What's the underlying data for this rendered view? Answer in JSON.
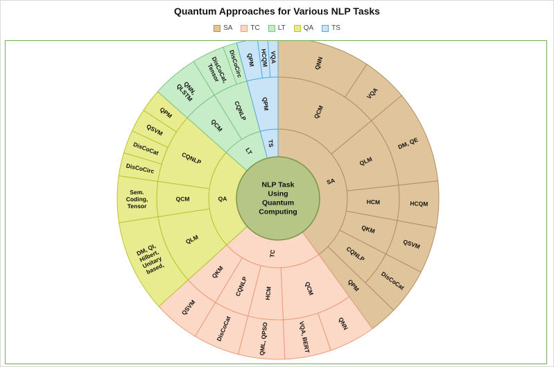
{
  "chart_data": {
    "type": "sunburst",
    "title": "Quantum Approaches for Various NLP Tasks",
    "center": [
      "NLP Task",
      "Using",
      "Quantum",
      "Computing"
    ],
    "legend": [
      {
        "name": "SA",
        "color": "#dfc49c",
        "stroke": "#b08f62"
      },
      {
        "name": "TC",
        "color": "#fcd8c6",
        "stroke": "#ee9a7b"
      },
      {
        "name": "LT",
        "color": "#c6ecc8",
        "stroke": "#7cc388"
      },
      {
        "name": "QA",
        "color": "#e8ec8e",
        "stroke": "#b9c332"
      },
      {
        "name": "TS",
        "color": "#c9e4f7",
        "stroke": "#5aa8d8"
      }
    ],
    "colors": {
      "center_fill": "#b6c686",
      "center_stroke": "#7d9446"
    },
    "tasks": [
      {
        "name": "SA",
        "children": [
          {
            "name": "QCM",
            "children": [
              {
                "name": "QNN",
                "value": 2
              },
              {
                "name": "VQA",
                "value": 1
              }
            ]
          },
          {
            "name": "QLM",
            "children": [
              {
                "name": "DM, QE",
                "value": 2
              }
            ]
          },
          {
            "name": "HCM",
            "children": [
              {
                "name": "HCQM",
                "value": 1
              }
            ]
          },
          {
            "name": "QKM",
            "children": [
              {
                "name": "QSVM",
                "value": 1
              }
            ]
          },
          {
            "name": "CQNLP",
            "children": [
              {
                "name": "DisCoCat",
                "value": 1
              }
            ]
          },
          {
            "name": "QPM",
            "value": 0.6
          }
        ]
      },
      {
        "name": "TC",
        "children": [
          {
            "name": "QCM",
            "children": [
              {
                "name": "QNN",
                "value": 1
              },
              {
                "name": "VQA, BERT",
                "value": 1
              }
            ]
          },
          {
            "name": "HCM",
            "children": [
              {
                "name": "QML, QPSO",
                "value": 1
              }
            ]
          },
          {
            "name": "CQNLP",
            "children": [
              {
                "name": "DisCoCat",
                "value": 1
              }
            ]
          },
          {
            "name": "QKM",
            "children": [
              {
                "name": "QSVM",
                "value": 1
              }
            ]
          }
        ]
      },
      {
        "name": "QA",
        "children": [
          {
            "name": "QLM",
            "children": [
              {
                "name": "DM, QI, Hilbert, Unitary based,",
                "value": 2
              }
            ]
          },
          {
            "name": "QCM",
            "children": [
              {
                "name": "Sem. Coding, Tensor",
                "value": 1
              }
            ]
          },
          {
            "name": "CQNLP",
            "children": [
              {
                "name": "DisCoCirc",
                "value": 0.5
              },
              {
                "name": "DisCoCat",
                "value": 0.5
              },
              {
                "name": "QSVM",
                "value": 0.5
              },
              {
                "name": "QPM",
                "value": 0.5
              }
            ]
          }
        ]
      },
      {
        "name": "LT",
        "children": [
          {
            "name": "QCM",
            "children": [
              {
                "name": "QNN, QLSTM",
                "value": 1
              }
            ]
          },
          {
            "name": "CQNLP",
            "children": [
              {
                "name": "DisCoCat, Tensor",
                "value": 0.7
              },
              {
                "name": "DisCoCirc",
                "value": 0.3
              }
            ]
          }
        ]
      },
      {
        "name": "TS",
        "children": [
          {
            "name": "QPM",
            "children": [
              {
                "name": "QPM",
                "value": 0.45
              },
              {
                "name": "HCQM",
                "value": 0.22
              },
              {
                "name": "VQA",
                "value": 0.22
              }
            ]
          }
        ]
      }
    ]
  }
}
